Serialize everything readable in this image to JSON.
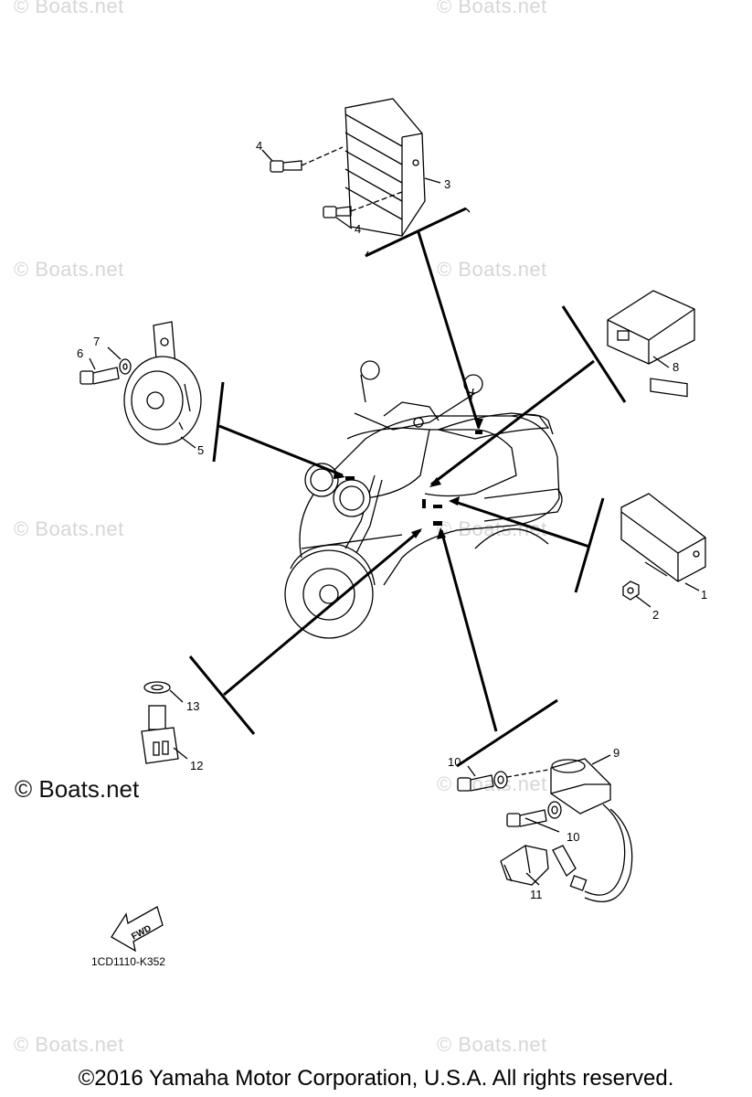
{
  "watermarks": [
    "© Boats.net",
    "© Boats.net",
    "© Boats.net",
    "© Boats.net",
    "© Boats.net",
    "© Boats.net",
    "© Boats.net",
    "© Boats.net",
    "© Boats.net",
    "© Boats.net"
  ],
  "watermark_prominent": "© Boats.net",
  "callouts": {
    "c1": "1",
    "c2": "2",
    "c3": "3",
    "c4a": "4",
    "c4b": "4",
    "c5": "5",
    "c6": "6",
    "c7": "7",
    "c8": "8",
    "c9": "9",
    "c10a": "10",
    "c10b": "10",
    "c11": "11",
    "c12": "12",
    "c13": "13"
  },
  "fwd_label": "FWD",
  "diagram_ref": "1CD1110-K352",
  "copyright": "©2016 Yamaha Motor Corporation, U.S.A. All rights reserved."
}
